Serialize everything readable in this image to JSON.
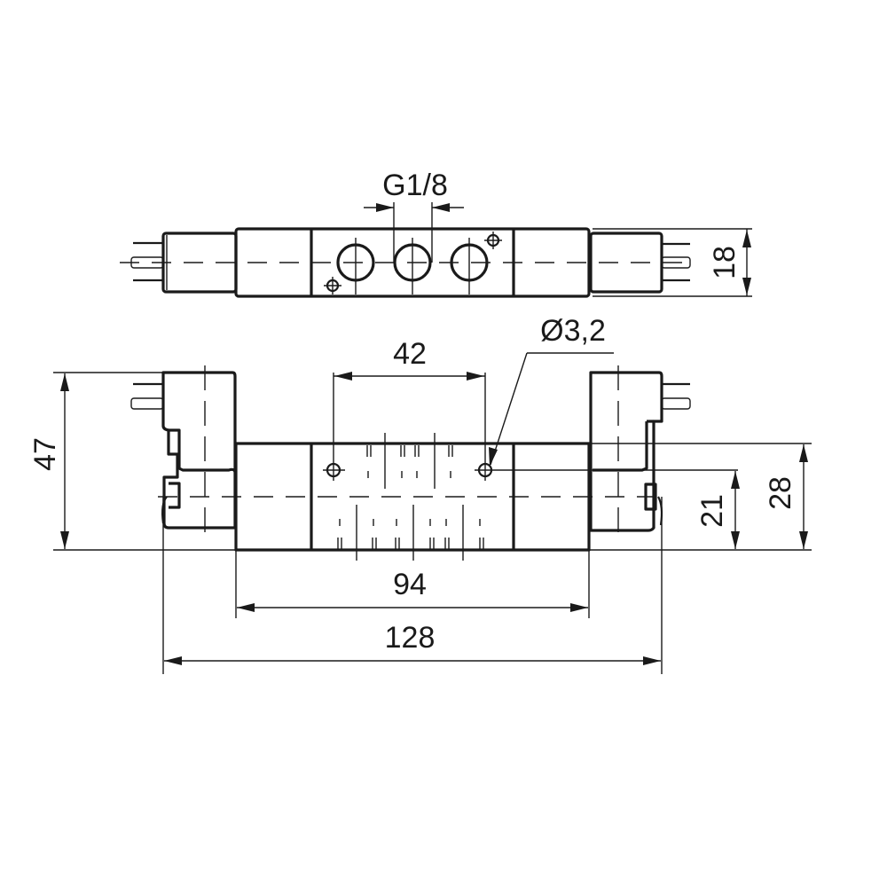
{
  "drawing": {
    "title": "5/2 solenoid valve dimension drawing",
    "line_color": "#1a1a1a",
    "background": "#ffffff",
    "views": {
      "top_view": {
        "port_thread": {
          "label": "G1/8"
        },
        "height": {
          "label": "18"
        },
        "ports": [
          "port-1",
          "port-2",
          "port-3"
        ]
      },
      "front_view": {
        "mounting_hole": {
          "label": "Ø3,2"
        },
        "hole_spacing": {
          "label": "42"
        },
        "overall_height": {
          "label": "47"
        },
        "body_height": {
          "label": "28"
        },
        "mounting_height": {
          "label": "21"
        },
        "body_length": {
          "label": "94"
        },
        "overall_length": {
          "label": "128"
        }
      }
    }
  }
}
